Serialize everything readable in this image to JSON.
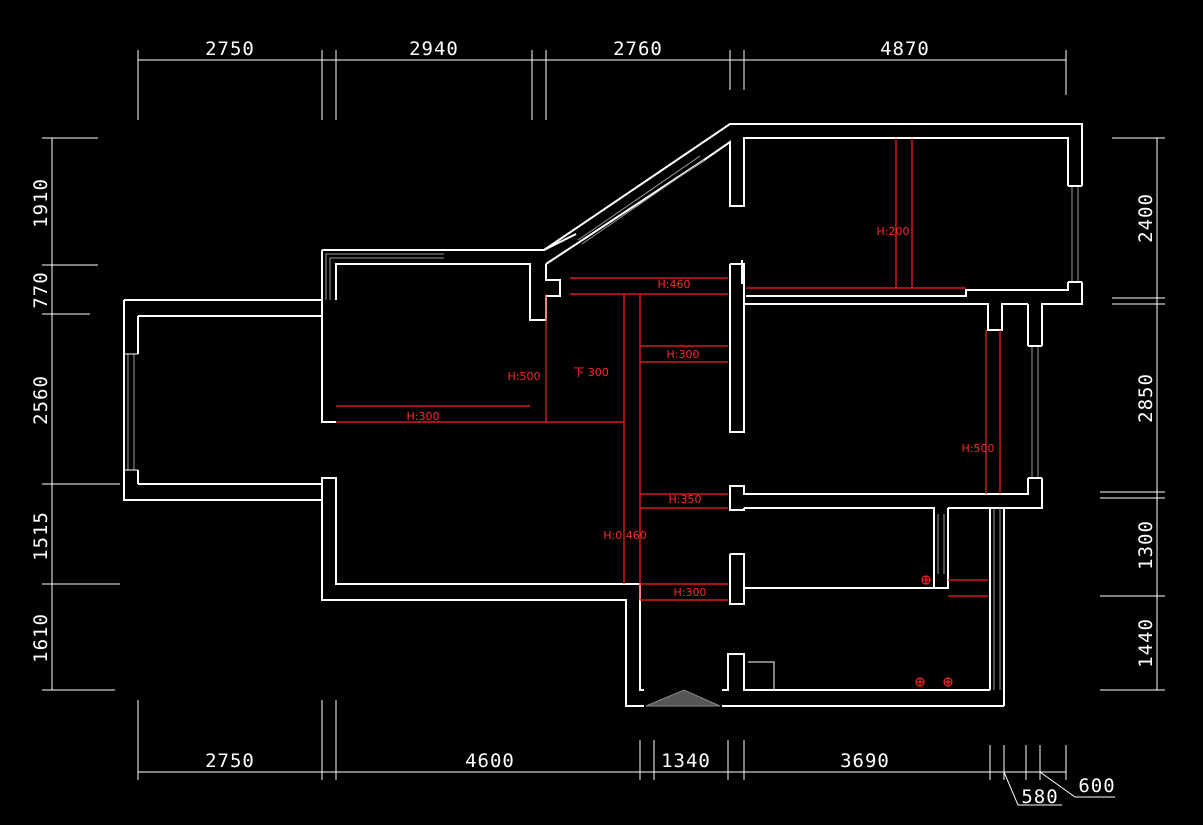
{
  "dimensions": {
    "top": [
      "2750",
      "2940",
      "2760",
      "4870"
    ],
    "bottom": [
      "2750",
      "4600",
      "1340",
      "3690",
      "580",
      "600"
    ],
    "left": [
      "1910",
      "770",
      "2560",
      "1515",
      "1610"
    ],
    "right": [
      "2400",
      "2850",
      "1300",
      "1440"
    ]
  },
  "height_labels": {
    "h200": "H:200",
    "h460_top": "H:460",
    "h300_a": "H:300",
    "h500_left": "H:500",
    "floor_300": "下 300",
    "h300_b": "H:300",
    "h500_right": "H:500",
    "h350": "H:350",
    "h0_460": "H:0  460",
    "h300_c": "H:300"
  },
  "colors": {
    "background": "#000000",
    "walls": "#ffffff",
    "annotations": "#ff2020"
  }
}
